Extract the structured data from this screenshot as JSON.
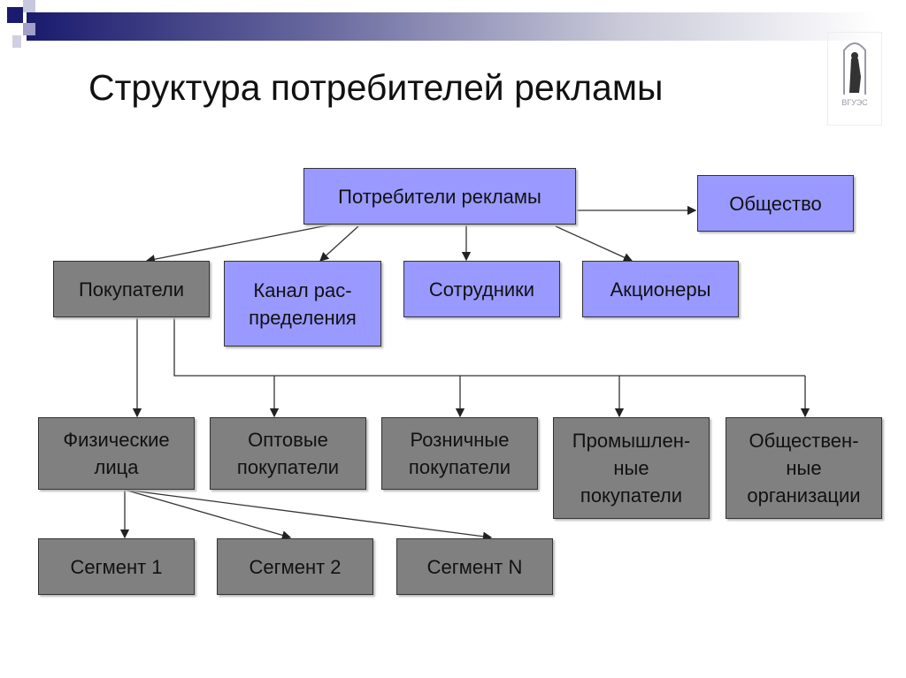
{
  "title": "Структура потребителей рекламы",
  "logo_text": "ВГУЭС",
  "colors": {
    "primary_box": "#9999ff",
    "secondary_box": "#808080"
  },
  "nodes": {
    "root": "Потребители рекламы",
    "society": "Общество",
    "buyers": "Покупатели",
    "channel": "Канал рас-\nпределения",
    "employees": "Сотрудники",
    "shareholders": "Акционеры",
    "individuals": "Физические\nлица",
    "wholesale": "Оптовые\nпокупатели",
    "retail": "Розничные\nпокупатели",
    "industrial": "Промышлен-\nные\nпокупатели",
    "public_org": "Обществен-\nные\nорганизации",
    "segment1": "Сегмент 1",
    "segment2": "Сегмент 2",
    "segmentN": "Сегмент N"
  }
}
